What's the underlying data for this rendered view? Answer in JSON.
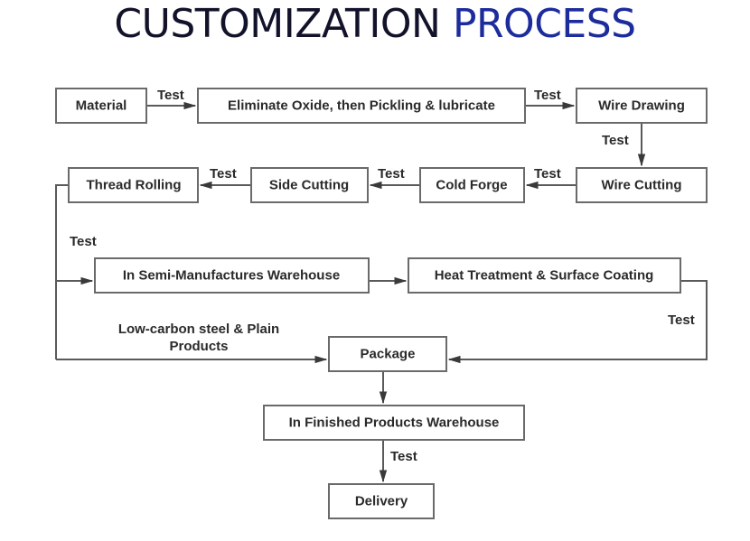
{
  "title": {
    "part1": "CUSTOMIZATION",
    "part2": "PROCESS"
  },
  "colors": {
    "title_dark": "#12122a",
    "title_blue": "#1d2c9c",
    "box_border": "#6a6a6a",
    "text": "#2a2a2a"
  },
  "nodes": {
    "material": "Material",
    "eliminate_oxide": "Eliminate Oxide, then Pickling & lubricate",
    "wire_drawing": "Wire Drawing",
    "wire_cutting": "Wire Cutting",
    "cold_forge": "Cold Forge",
    "side_cutting": "Side Cutting",
    "thread_rolling": "Thread Rolling",
    "semi_warehouse": "In Semi-Manufactures Warehouse",
    "heat_treatment": "Heat Treatment & Surface Coating",
    "package": "Package",
    "finished_warehouse": "In Finished Products Warehouse",
    "delivery": "Delivery"
  },
  "edge_labels": {
    "material_to_eliminate": "Test",
    "eliminate_to_drawing": "Test",
    "drawing_to_cutting": "Test",
    "cutting_to_forge": "Test",
    "forge_to_side": "Test",
    "side_to_thread": "Test",
    "thread_to_semi": "Test",
    "heat_to_package": "Test",
    "finished_to_delivery": "Test",
    "bypass_line1": "Low-carbon steel & Plain",
    "bypass_line2": "Products"
  }
}
